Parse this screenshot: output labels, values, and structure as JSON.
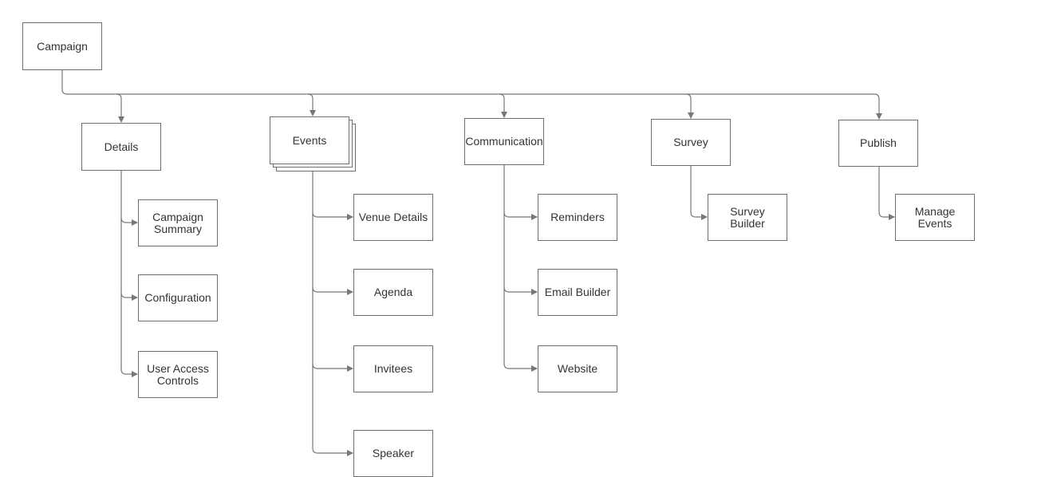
{
  "diagram": {
    "root": "Campaign",
    "sections": [
      {
        "label": "Details",
        "children": [
          "Campaign Summary",
          "Configuration",
          "User Access Controls"
        ]
      },
      {
        "label": "Events",
        "children": [
          "Venue Details",
          "Agenda",
          "Invitees",
          "Speaker"
        ]
      },
      {
        "label": "Communication",
        "children": [
          "Reminders",
          "Email Builder",
          "Website"
        ]
      },
      {
        "label": "Survey",
        "children": [
          "Survey Builder"
        ]
      },
      {
        "label": "Publish",
        "children": [
          "Manage Events"
        ]
      }
    ]
  },
  "colors": {
    "line": "#777777",
    "border": "#6e6e6e",
    "text": "#333333"
  }
}
